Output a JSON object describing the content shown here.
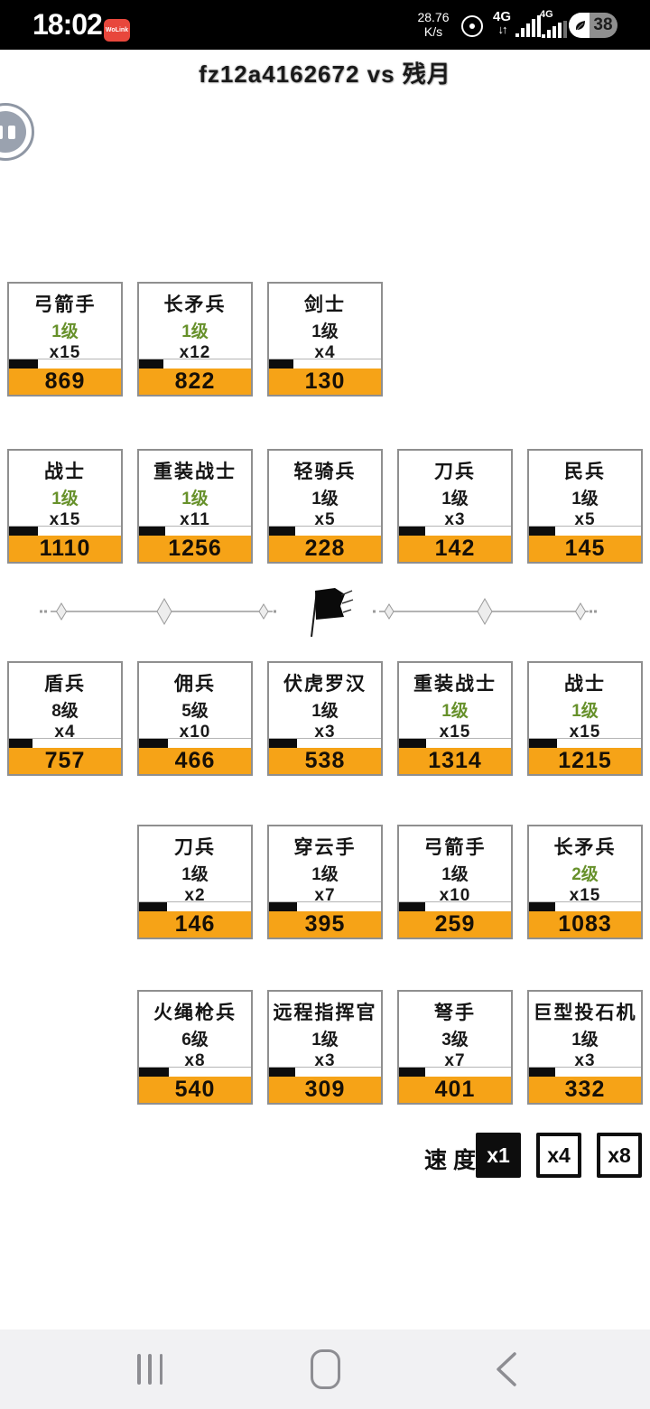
{
  "colors": {
    "accent_orange": "#f6a317",
    "level_green": "#67912b",
    "badge_red": "#e8473c",
    "progress_black": "#0d0d0d"
  },
  "status_bar": {
    "time": "18:02",
    "carrier_badge": "WoLink",
    "net_speed": "28.76",
    "net_speed_unit": "K/s",
    "network_type_1": "4G",
    "network_type_2": "4G",
    "battery_level": "38"
  },
  "icons": {
    "arrows_updown": "↓↑"
  },
  "header": {
    "title": "fz12a4162672 vs 残月"
  },
  "battle": {
    "rows": [
      {
        "side": "top",
        "cards": [
          {
            "col": 0,
            "name": "弓箭手",
            "level": "1级",
            "level_highlight": true,
            "count": "x15",
            "hp": "869",
            "bar_pct": 26
          },
          {
            "col": 1,
            "name": "长矛兵",
            "level": "1级",
            "level_highlight": true,
            "count": "x12",
            "hp": "822",
            "bar_pct": 22
          },
          {
            "col": 2,
            "name": "剑士",
            "level": "1级",
            "level_highlight": false,
            "count": "x4",
            "hp": "130",
            "bar_pct": 22
          }
        ]
      },
      {
        "side": "top",
        "cards": [
          {
            "col": 0,
            "name": "战士",
            "level": "1级",
            "level_highlight": true,
            "count": "x15",
            "hp": "1110",
            "bar_pct": 26
          },
          {
            "col": 1,
            "name": "重装战士",
            "level": "1级",
            "level_highlight": true,
            "count": "x11",
            "hp": "1256",
            "bar_pct": 23
          },
          {
            "col": 2,
            "name": "轻骑兵",
            "level": "1级",
            "level_highlight": false,
            "count": "x5",
            "hp": "228",
            "bar_pct": 23
          },
          {
            "col": 3,
            "name": "刀兵",
            "level": "1级",
            "level_highlight": false,
            "count": "x3",
            "hp": "142",
            "bar_pct": 23
          },
          {
            "col": 4,
            "name": "民兵",
            "level": "1级",
            "level_highlight": false,
            "count": "x5",
            "hp": "145",
            "bar_pct": 23
          }
        ]
      },
      {
        "side": "bottom",
        "cards": [
          {
            "col": 0,
            "name": "盾兵",
            "level": "8级",
            "level_highlight": false,
            "count": "x4",
            "hp": "757",
            "bar_pct": 21
          },
          {
            "col": 1,
            "name": "佣兵",
            "level": "5级",
            "level_highlight": false,
            "count": "x10",
            "hp": "466",
            "bar_pct": 26
          },
          {
            "col": 2,
            "name": "伏虎罗汉",
            "level": "1级",
            "level_highlight": false,
            "count": "x3",
            "hp": "538",
            "bar_pct": 25
          },
          {
            "col": 3,
            "name": "重装战士",
            "level": "1级",
            "level_highlight": true,
            "count": "x15",
            "hp": "1314",
            "bar_pct": 24
          },
          {
            "col": 4,
            "name": "战士",
            "level": "1级",
            "level_highlight": true,
            "count": "x15",
            "hp": "1215",
            "bar_pct": 25
          }
        ]
      },
      {
        "side": "bottom",
        "cards": [
          {
            "col": 1,
            "name": "刀兵",
            "level": "1级",
            "level_highlight": false,
            "count": "x2",
            "hp": "146",
            "bar_pct": 25
          },
          {
            "col": 2,
            "name": "穿云手",
            "level": "1级",
            "level_highlight": false,
            "count": "x7",
            "hp": "395",
            "bar_pct": 25
          },
          {
            "col": 3,
            "name": "弓箭手",
            "level": "1级",
            "level_highlight": false,
            "count": "x10",
            "hp": "259",
            "bar_pct": 23
          },
          {
            "col": 4,
            "name": "长矛兵",
            "level": "2级",
            "level_highlight": true,
            "count": "x15",
            "hp": "1083",
            "bar_pct": 23
          }
        ]
      },
      {
        "side": "bottom",
        "cards": [
          {
            "col": 1,
            "name": "火绳枪兵",
            "level": "6级",
            "level_highlight": false,
            "count": "x8",
            "hp": "540",
            "bar_pct": 27
          },
          {
            "col": 2,
            "name": "远程指挥官",
            "level": "1级",
            "level_highlight": false,
            "count": "x3",
            "hp": "309",
            "bar_pct": 23
          },
          {
            "col": 3,
            "name": "弩手",
            "level": "3级",
            "level_highlight": false,
            "count": "x7",
            "hp": "401",
            "bar_pct": 23
          },
          {
            "col": 4,
            "name": "巨型投石机",
            "level": "1级",
            "level_highlight": false,
            "count": "x3",
            "hp": "332",
            "bar_pct": 23
          }
        ]
      }
    ]
  },
  "speed": {
    "label": "速度",
    "options": [
      {
        "label": "x1",
        "selected": true
      },
      {
        "label": "x4",
        "selected": false
      },
      {
        "label": "x8",
        "selected": false
      }
    ]
  }
}
